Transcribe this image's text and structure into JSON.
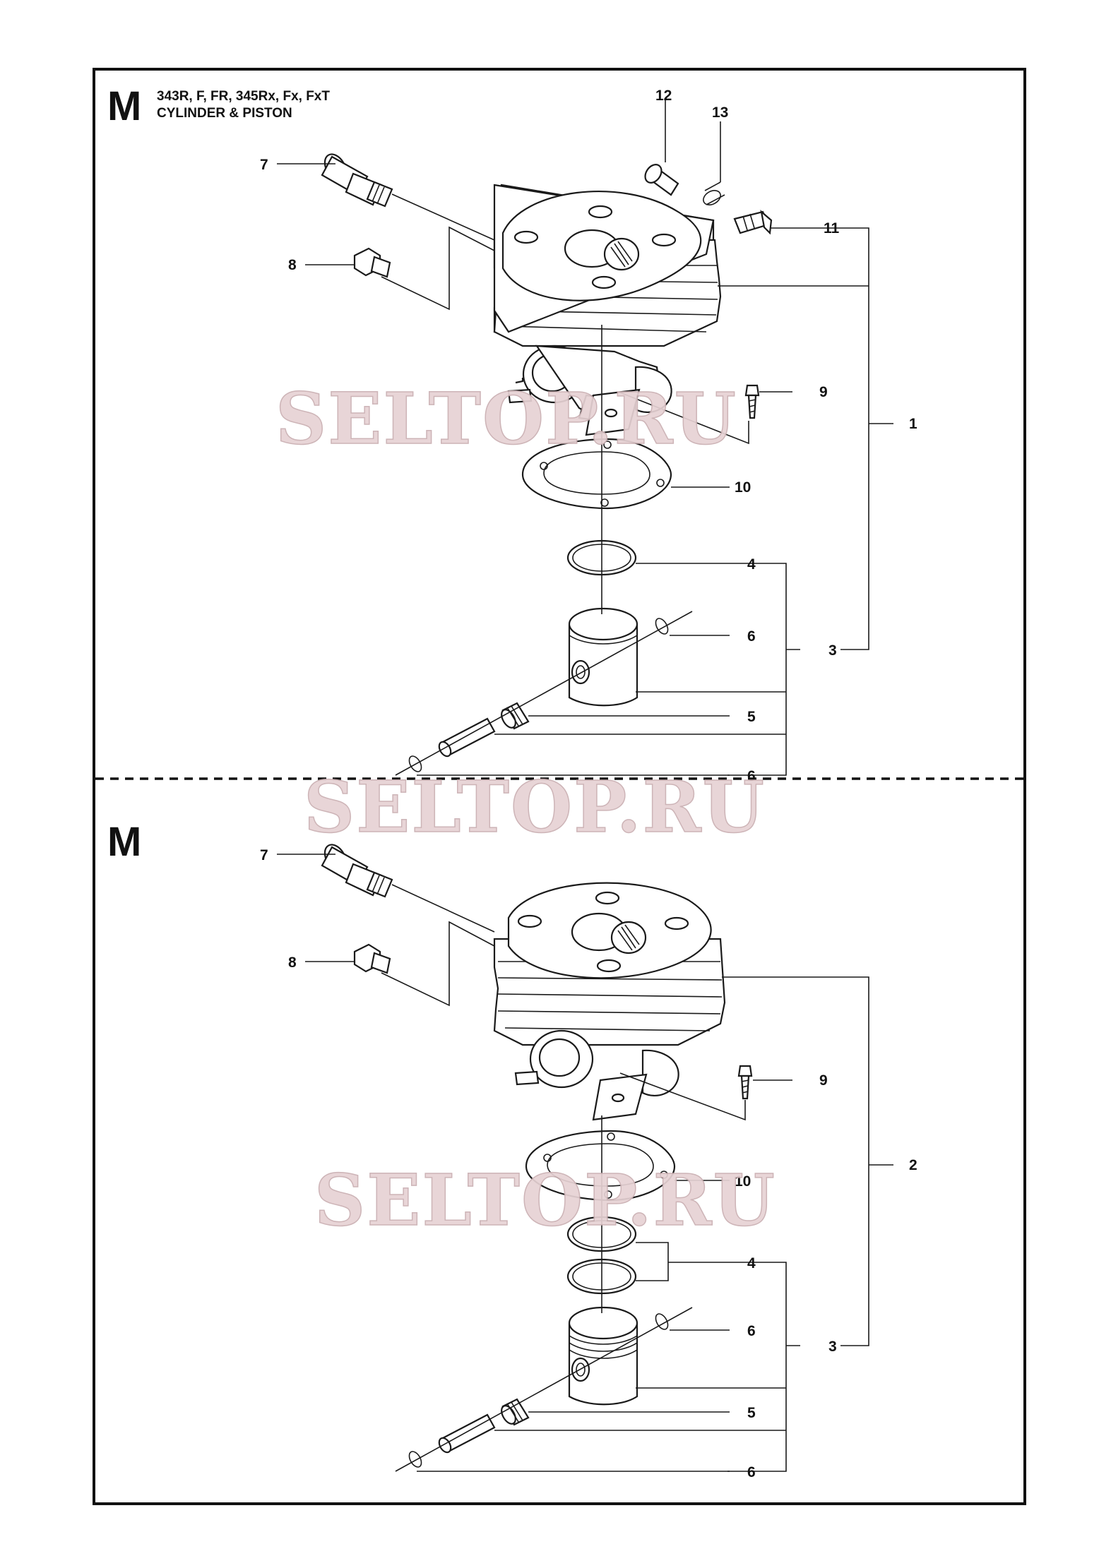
{
  "header": {
    "section_letter": "M",
    "models": "343R, F, FR, 345Rx, Fx, FxT",
    "title": "CYLINDER & PISTON"
  },
  "lower_section": {
    "section_letter": "M"
  },
  "watermark": "SELTOP.RU",
  "upper_callouts": {
    "c1": "1",
    "c3": "3",
    "c4": "4",
    "c5": "5",
    "c6a": "6",
    "c6b": "6",
    "c7": "7",
    "c8": "8",
    "c9": "9",
    "c10": "10",
    "c11": "11",
    "c12": "12",
    "c13": "13"
  },
  "lower_callouts": {
    "c2": "2",
    "c3": "3",
    "c4": "4",
    "c5": "5",
    "c6a": "6",
    "c6b": "6",
    "c7": "7",
    "c8": "8",
    "c9": "9",
    "c10": "10"
  }
}
